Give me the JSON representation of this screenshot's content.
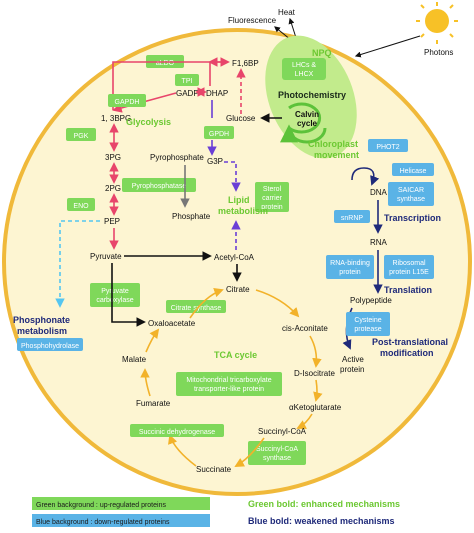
{
  "labels": {
    "heat": "Heat",
    "fluorescence": "Fluorescence",
    "photons": "Photons",
    "f16bp": "F1,6BP",
    "gadp": "GADP",
    "dhap": "DHAP",
    "bpg13": "1, 3BPG",
    "pg3": "3PG",
    "pg2": "2PG",
    "pep": "PEP",
    "pyruvate": "Pyruvate",
    "glucose": "Glucose",
    "g3p": "G3P",
    "pyrophosphate": "Pyrophosphate",
    "phosphate": "Phosphate",
    "acetylcoa": "Acetyl-CoA",
    "citrate": "Citrate",
    "cisaconitate": "cis-Aconitate",
    "disocitrate": "D-Isocitrate",
    "aketoglutarate": "αKetoglutarate",
    "succinylcoa": "Succinyl-CoA",
    "succinate": "Succinate",
    "fumarate": "Fumarate",
    "malate": "Malate",
    "oxaloacetate": "Oxaloacetate",
    "dna": "DNA",
    "rna": "RNA",
    "polypeptide": "Polypeptide",
    "active_protein_1": "Active",
    "active_protein_2": "protein",
    "calvin_1": "Calvin",
    "calvin_2": "cycle"
  },
  "green_boxes": {
    "aldo": "aLDO",
    "tpi": "TPI",
    "gapdh": "GAPDH",
    "pgk": "PGK",
    "eno": "ENO",
    "gpdh": "GPDH",
    "pyrophosphatase": "Pyrophosphatase",
    "sterol_1": "Sterol",
    "sterol_2": "carrier",
    "sterol_3": "protein",
    "lhcs_1": "LHCs &",
    "lhcs_2": "LHCX",
    "pyruvate_carb_1": "Pyruvate",
    "pyruvate_carb_2": "carboxylase",
    "citrate_synthase": "Citrate synthase",
    "mito_1": "Mitochondrial tricarboxylate",
    "mito_2": "transporter-like protein",
    "succinic_dh": "Succinic dehydrogenase",
    "succ_syn_1": "Succinyl-CoA",
    "succ_syn_2": "synthase"
  },
  "blue_boxes": {
    "phot2": "PHOT2",
    "helicase": "Helicase",
    "saicar_1": "SAICAR",
    "saicar_2": "synthase",
    "snrnp": "snRNP",
    "rna_binding_1": "RNA-binding",
    "rna_binding_2": "protein",
    "ribosomal_1": "Ribosomal",
    "ribosomal_2": "protein L15E",
    "cysteine_1": "Cysteine",
    "cysteine_2": "protease",
    "phosphohydrolase": "Phosphohydrolase"
  },
  "mechanisms": {
    "npq": "NPQ",
    "photochemistry": "Photochemistry",
    "chloroplast_1": "Chloroplast",
    "chloroplast_2": "movement",
    "glycolysis": "Glycolysis",
    "lipid_1": "Lipid",
    "lipid_2": "metabolism",
    "tca": "TCA cycle",
    "transcription": "Transcription",
    "translation": "Translation",
    "ptm_1": "Post-translational",
    "ptm_2": "modification",
    "phosphonate_1": "Phosphonate",
    "phosphonate_2": "metabolism"
  },
  "legend": {
    "green_bg": "Green background : up-regulated proteins",
    "blue_bg": "Blue background : down-regulated proteins",
    "green_bold": "Green bold: enhanced mechanisms",
    "blue_bold": "Blue bold: weakened mechanisms"
  },
  "colors": {
    "cell_fill": "#fdf5d2",
    "cell_stroke": "#f0b93a",
    "chloroplast": "#c2eb8c",
    "green_box": "#7fd85a",
    "blue_box": "#5ab3e6",
    "glycolysis_arrow": "#e8456b",
    "lipid_arrow": "#6a3fd6",
    "tca_arrow": "#f2b22a",
    "transcription_arrow": "#1f2a7a",
    "phosphonate_arrow": "#55c6f0",
    "sun": "#f7c127"
  }
}
